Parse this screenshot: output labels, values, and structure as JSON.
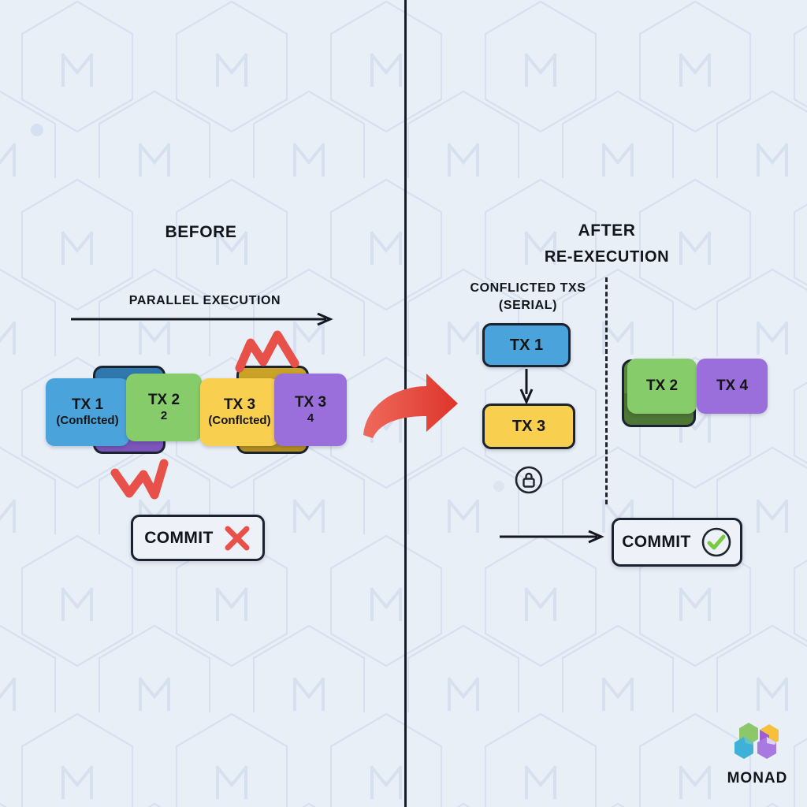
{
  "background": {
    "color": "#e8eef7",
    "pattern": "hexagon-monad-watermark"
  },
  "divider": {
    "vertical_color": "#161c2b",
    "dashed_color": "#20242e"
  },
  "palette": {
    "blue": "#4ba3dc",
    "green": "#86cc6a",
    "yellow": "#f8cf4e",
    "purple": "#9b6fdb",
    "red": "#e84a41",
    "check_green": "#7ac943",
    "outline": "#1b2230"
  },
  "before": {
    "title": "BEFORE",
    "parallel_label": "PARALLEL EXECUTION",
    "cards": [
      {
        "title": "TX 1",
        "sub": "(Conflcted)",
        "color": "#4ba3dc"
      },
      {
        "title": "TX 2",
        "sub": "2",
        "color": "#86cc6a"
      },
      {
        "title": "TX 3",
        "sub": "(Conflcted)",
        "color": "#f8cf4e"
      },
      {
        "title": "TX 3",
        "sub": "4",
        "color": "#9b6fdb"
      }
    ],
    "commit": {
      "label": "COMMIT",
      "status": "fail",
      "icon": "red-x-icon"
    }
  },
  "after": {
    "title": "AFTER",
    "subtitle": "RE-EXECUTION",
    "conflicted_label_line1": "CONFLICTED TXS",
    "conflicted_label_line2": "(SERIAL)",
    "serial": [
      {
        "title": "TX 1",
        "color": "#4ba3dc"
      },
      {
        "title": "TX 3",
        "color": "#f8cf4e"
      }
    ],
    "lock_icon": "lock-icon",
    "parallel": [
      {
        "title": "TX 2",
        "color": "#86cc6a"
      },
      {
        "title": "TX 4",
        "color": "#9b6fdb"
      }
    ],
    "commit": {
      "label": "COMMIT",
      "status": "success",
      "icon": "green-check-icon"
    }
  },
  "brand": {
    "name": "MONAD",
    "logo": "monad-cube-logo"
  }
}
